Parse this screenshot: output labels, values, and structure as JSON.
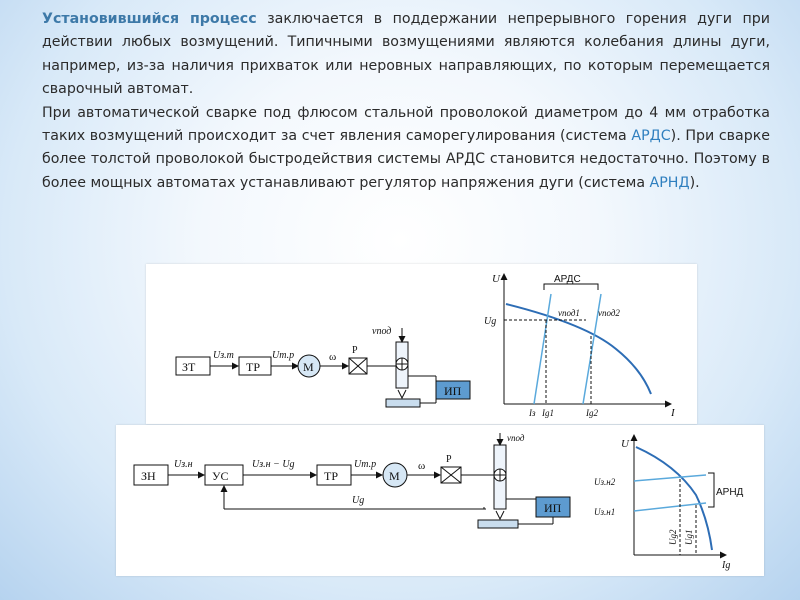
{
  "paragraph1": {
    "term": "Установившийся процесс",
    "text": " заключается в поддержании непрерывного горения дуги при действии любых возмущений. Типичными возмущениями являются колебания длины дуги, например, из-за наличия прихваток или неровных направляющих, по которым перемещается сварочный автомат."
  },
  "paragraph2": {
    "text_a": "При автоматической сварке под флюсом стальной проволокой диаметром до 4 мм отработка таких возмущений происходит за счет явления саморегулирования (система ",
    "ards": "АРДС",
    "text_b": "). При сварке более толстой проволокой быстродействия системы АРДС становится недостаточно. Поэтому в более мощных автоматах устанавливают регулятор напряжения дуги (система ",
    "arnd": "АРНД",
    "text_c": ")."
  },
  "diagram1": {
    "blocks": {
      "zt": "ЗТ",
      "tr": "ТР",
      "m": "М",
      "ip": "ИП"
    },
    "labels": {
      "u_zt": "Uз.т",
      "u_tr": "Uт.р",
      "omega": "ω",
      "p": "Р",
      "v_pod": "vпод"
    },
    "graph": {
      "y_axis": "U",
      "x_axis": "I",
      "ug": "Ug",
      "ards": "АРДС",
      "v1": "vпод1",
      "v2": "vпод2",
      "i_z": "Iз",
      "ig1": "Ig1",
      "ig2": "Ig2"
    }
  },
  "diagram2": {
    "blocks": {
      "zn": "ЗН",
      "us": "УС",
      "tr": "ТР",
      "m": "М",
      "ip": "ИП"
    },
    "labels": {
      "u_zn": "Uз.н",
      "u_diff": "Uз.н − Ug",
      "u_tr": "Uт.р",
      "omega": "ω",
      "p": "Р",
      "v_pod": "vпод",
      "ug": "Ug"
    },
    "graph": {
      "y_axis": "U",
      "x_axis": "Ig",
      "uzn2": "Uз.н2",
      "uzn1": "Uз.н1",
      "arnd": "АРНД",
      "ug2": "Ug2",
      "ug1": "Ug1"
    }
  },
  "colors": {
    "term": "#3d79a8",
    "graph_curve": "#2d6db5",
    "graph_line": "#5aa9dc"
  }
}
